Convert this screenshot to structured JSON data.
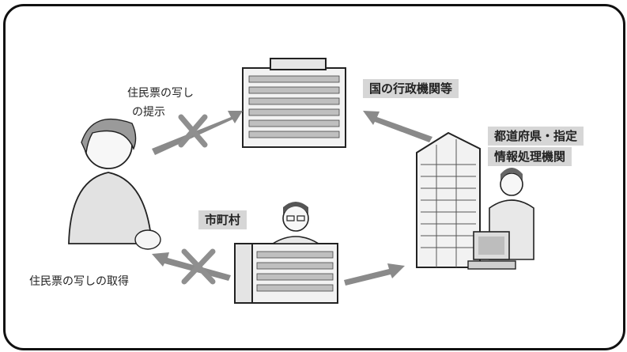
{
  "labels": {
    "present_copy_line1": "住民票の写し",
    "present_copy_line2": "の提示",
    "national_agency": "国の行政機関等",
    "prefecture_line1": "都道府県・指定",
    "prefecture_line2": "情報処理機関",
    "municipality": "市町村",
    "obtain_copy": "住民票の写しの取得"
  },
  "colors": {
    "frame": "#111111",
    "label_box": "#d6d6d6",
    "arrow": "#8a8a8a",
    "cross": "#8f8f8f",
    "building": "#f2f2f2",
    "window": "#bfbfbf"
  }
}
